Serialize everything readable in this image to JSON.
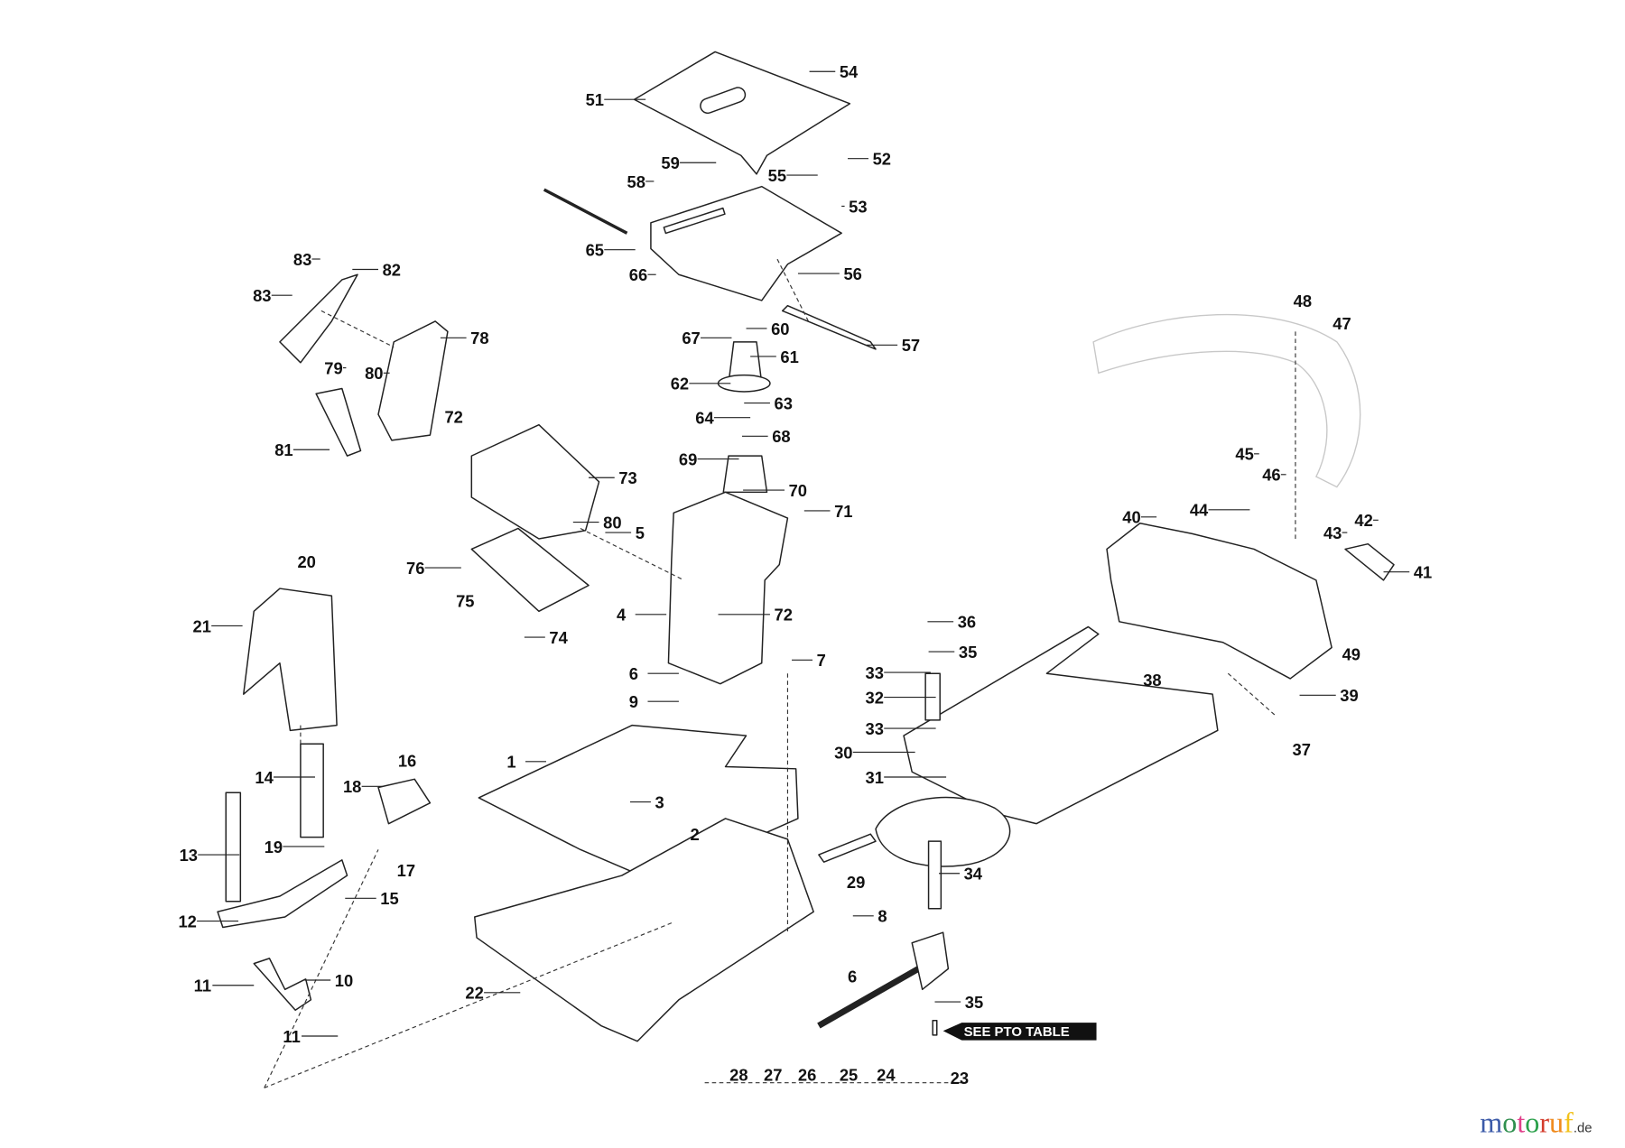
{
  "diagram": {
    "callouts": [
      "54",
      "51",
      "52",
      "59",
      "55",
      "53",
      "58",
      "65",
      "66",
      "56",
      "83",
      "82",
      "83",
      "78",
      "67",
      "60",
      "57",
      "61",
      "79",
      "80",
      "62",
      "63",
      "64",
      "68",
      "72",
      "81",
      "69",
      "70",
      "73",
      "71",
      "5",
      "80",
      "48",
      "47",
      "45",
      "46",
      "44",
      "40",
      "42",
      "43",
      "41",
      "20",
      "76",
      "75",
      "21",
      "74",
      "4",
      "72",
      "36",
      "35",
      "49",
      "7",
      "33",
      "6",
      "9",
      "32",
      "38",
      "39",
      "33",
      "30",
      "37",
      "1",
      "16",
      "14",
      "18",
      "31",
      "3",
      "19",
      "2",
      "17",
      "13",
      "29",
      "34",
      "15",
      "12",
      "8",
      "6",
      "11",
      "10",
      "35",
      "22",
      "11",
      "28",
      "27",
      "26",
      "25",
      "24",
      "23"
    ],
    "note_label": "SEE PTO TABLE",
    "watermark": {
      "text_parts": [
        "m",
        "o",
        "t",
        "o",
        "r",
        "u",
        "f"
      ],
      "suffix": ".de",
      "colors": [
        "#3b5aa8",
        "#2f8f4e",
        "#e0408a",
        "#2aa04a",
        "#d43c2c",
        "#f08a1c",
        "#f2c21a"
      ]
    }
  }
}
